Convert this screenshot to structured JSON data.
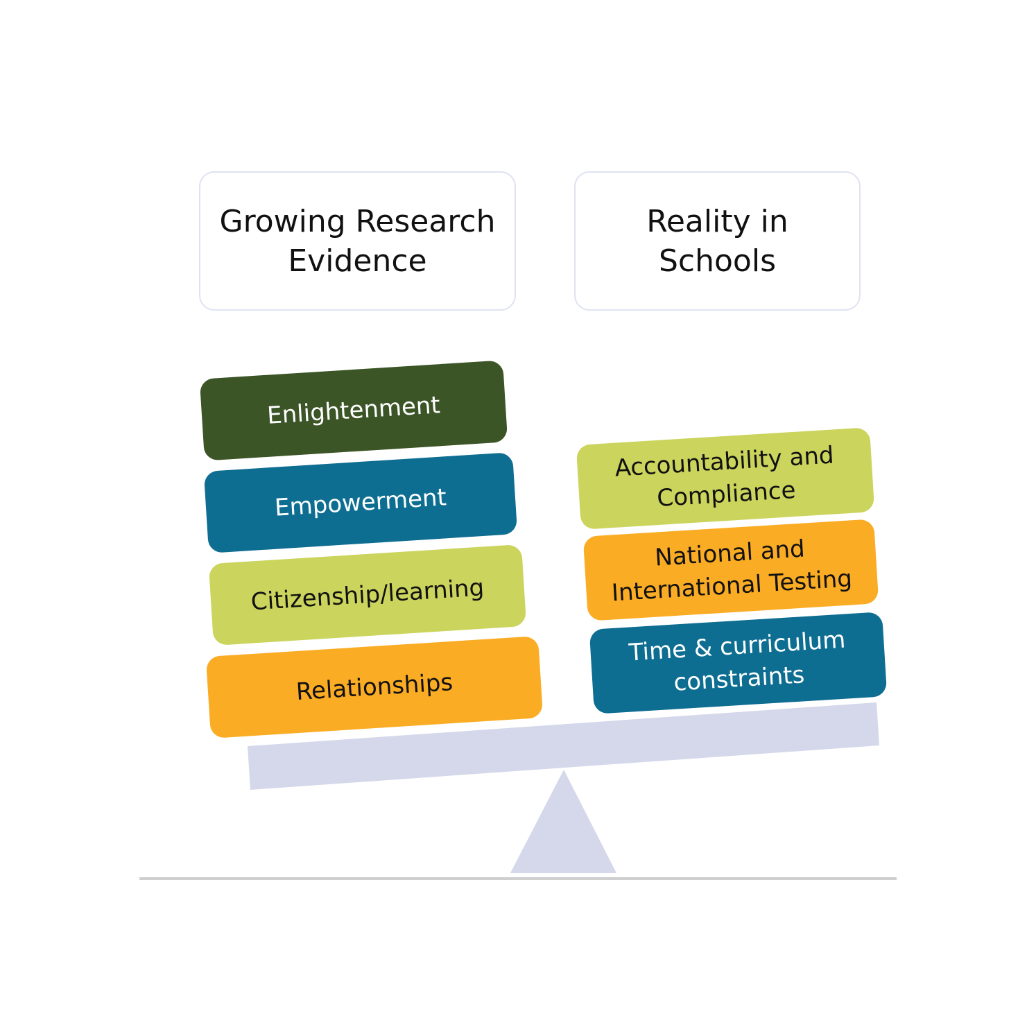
{
  "headers": {
    "left": "Growing Research\nEvidence",
    "right": "Reality in\nSchools"
  },
  "left_stack": {
    "enlightenment": "Enlightenment",
    "empowerment": "Empowerment",
    "citizenship": "Citizenship/learning",
    "relationships": "Relationships"
  },
  "right_stack": {
    "accountability": "Accountability and\nCompliance",
    "testing": "National and\nInternational Testing",
    "time": "Time & curriculum\nconstraints"
  },
  "colors": {
    "dark_green": "#3c5527",
    "teal": "#0e6e92",
    "lime": "#cbd45c",
    "orange": "#fbac25",
    "scale": "#d4d8ea",
    "ground": "#cfcfcf",
    "header_border": "#dfe2f2"
  }
}
